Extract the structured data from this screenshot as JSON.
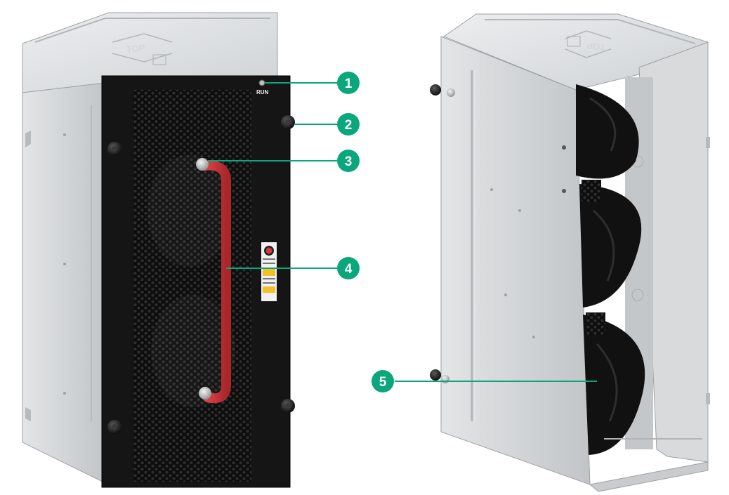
{
  "colors": {
    "callout": "#0aa77c",
    "panel": "#151515",
    "handle": "#d0363a",
    "sheet_metal": "#c9cbcd",
    "sheet_metal_light": "#e0e2e4",
    "sheet_metal_dark": "#a8abae"
  },
  "module_front": {
    "top_marking": "TOP",
    "led_label": "RUN"
  },
  "module_rear": {
    "top_marking": "TOP"
  },
  "callouts": [
    {
      "number": "1"
    },
    {
      "number": "2"
    },
    {
      "number": "3"
    },
    {
      "number": "4"
    },
    {
      "number": "5"
    }
  ]
}
